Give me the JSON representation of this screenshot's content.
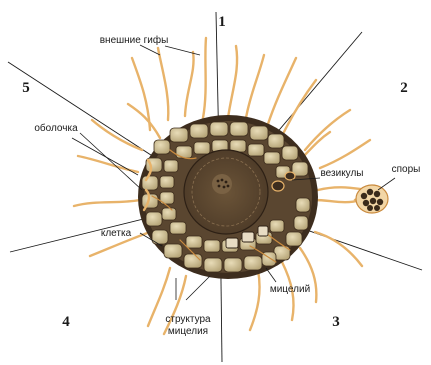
{
  "labels": {
    "external_hyphae": "внешние гифы",
    "sheath": "оболочка",
    "vesicles": "везикулы",
    "spores": "споры",
    "cell": "клетка",
    "mycelium": "мицелий",
    "mycelium_structure_line1": "структура",
    "mycelium_structure_line2": "мицелия"
  },
  "sectors": [
    "1",
    "2",
    "3",
    "4",
    "5"
  ],
  "colors": {
    "root_dark": "#3d2d1e",
    "cell_fill": "#c9b98f",
    "hypha": "#e8b36a"
  }
}
